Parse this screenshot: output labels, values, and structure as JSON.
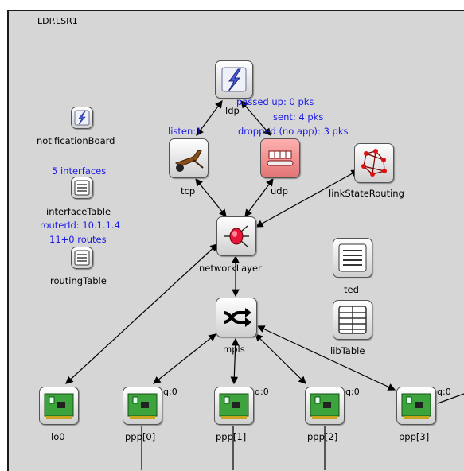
{
  "title": "LDP.LSR1",
  "nodes": {
    "ldp": "ldp",
    "tcp": "tcp",
    "udp": "udp",
    "linkStateRouting": "linkStateRouting",
    "notificationBoard": "notificationBoard",
    "interfaceTable": "interfaceTable",
    "routingTable": "routingTable",
    "networkLayer": "networkLayer",
    "ted": "ted",
    "libTable": "libTable",
    "mpls": "mpls",
    "lo0": "lo0",
    "ppp0": "ppp[0]",
    "ppp1": "ppp[1]",
    "ppp2": "ppp[2]",
    "ppp3": "ppp[3]"
  },
  "info": {
    "udp_passed": "passed up: 0 pks",
    "udp_sent": "sent: 4 pks",
    "udp_dropped": "dropped (no app): 3 pks",
    "tcp_listen": "listen:1",
    "iface_count": "5 interfaces",
    "router_id": "routerId: 10.1.1.4",
    "routes": "11+0 routes"
  },
  "queues": {
    "ppp0": "q:0",
    "ppp1": "q:0",
    "ppp2": "q:0",
    "ppp3": "q:0"
  }
}
